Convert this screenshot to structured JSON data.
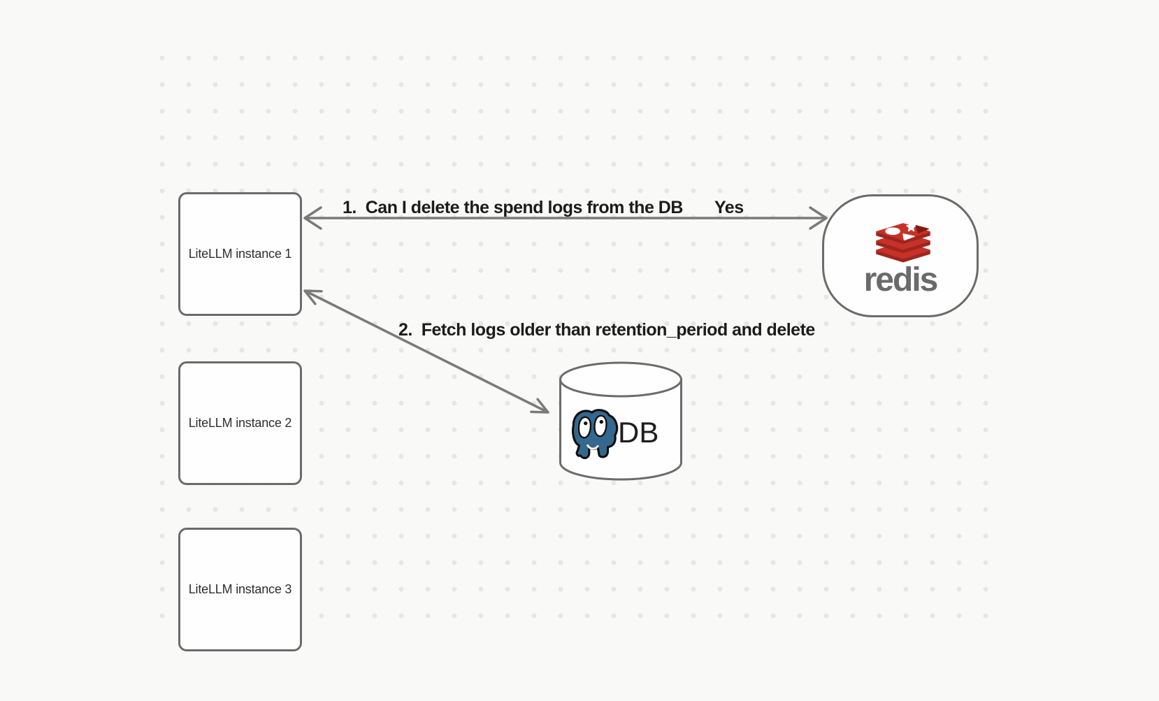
{
  "nodes": {
    "instance1": {
      "label": "LiteLLM instance 1"
    },
    "instance2": {
      "label": "LiteLLM instance 2"
    },
    "instance3": {
      "label": "LiteLLM instance 3"
    },
    "redis": {
      "wordmark": "redis",
      "icon": "redis-stack-icon"
    },
    "db": {
      "label": "DB",
      "icon": "postgresql-elephant-icon"
    }
  },
  "arrows": {
    "a1": {
      "label": "1.  Can I delete the spend logs from the DB",
      "response": "Yes"
    },
    "a2": {
      "label": "2.  Fetch logs older than retention_period and delete"
    }
  },
  "colors": {
    "background": "#f9f9f8",
    "grid_dot": "#e6e6e4",
    "shape_stroke": "#6b6b6b",
    "arrow_stroke": "#7a7a7a",
    "label_text": "#1c1c1c",
    "box_text": "#2e2e2e",
    "redis_red": "#c73128",
    "redis_dark_red": "#9c261d",
    "redis_notch_red": "#801b13",
    "redis_wordmark_gray": "#6a6a6a",
    "postgres_blue": "#34688e"
  }
}
